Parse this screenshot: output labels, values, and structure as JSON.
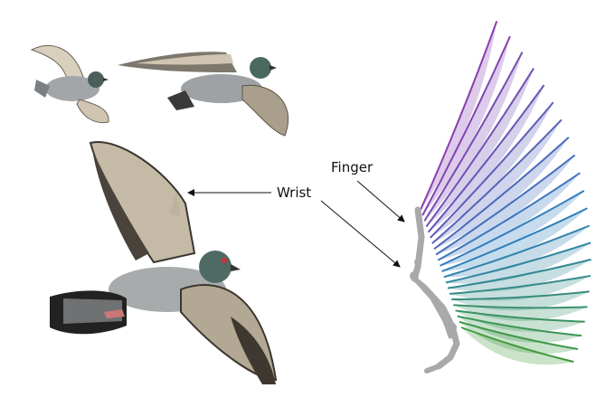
{
  "labels": {
    "finger": "Finger",
    "wrist": "Wrist"
  },
  "colors": {
    "feather_top": "#8a3fb0",
    "feather_mid": "#2f7fc0",
    "feather_bottom": "#3f9a3a",
    "skeleton": "#a9a9ab",
    "pigeon_body": "#9a9ea0",
    "pigeon_neck": "#4c6a63",
    "wing_light": "#c9bfa9",
    "wing_dark": "#3a3530"
  },
  "feather_count": 22
}
